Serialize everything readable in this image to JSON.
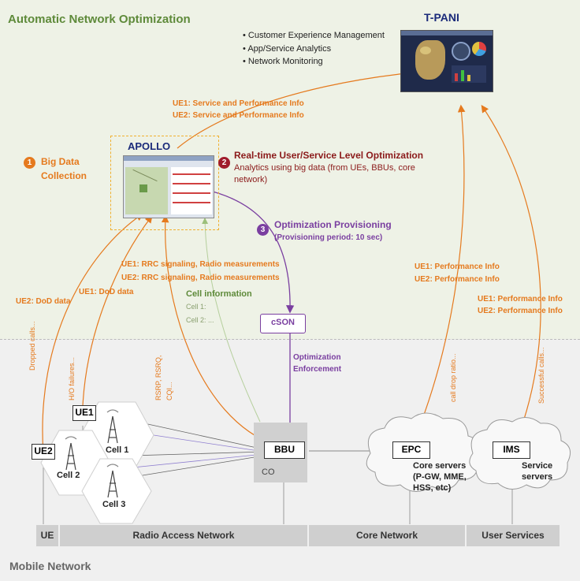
{
  "header": {
    "title": "Automatic Network Optimization"
  },
  "tpani": {
    "title": "T-PANI",
    "bullets": [
      "Customer Experience Management",
      "App/Service Analytics",
      "Network Monitoring"
    ]
  },
  "ue_service_info": [
    "UE1: Service and Performance Info",
    "UE2: Service and Performance Info"
  ],
  "apollo": {
    "title": "APOLLO"
  },
  "steps": {
    "s1": {
      "num": "1",
      "label_line1": "Big Data",
      "label_line2": "Collection"
    },
    "s2": {
      "num": "2",
      "title": "Real-time User/Service Level Optimization",
      "desc_line1": "Analytics using big data (from UEs, BBUs, core",
      "desc_line2": "network)"
    },
    "s3": {
      "num": "3",
      "title": "Optimization Provisioning",
      "subtitle": "(Provisioning period: 10 sec)"
    }
  },
  "rrc_info": [
    "UE1: RRC signaling, Radio measurements",
    "UE2: RRC signaling, Radio measurements"
  ],
  "dod": {
    "ue1": "UE1: DoD data",
    "ue2": "UE2: DoD data"
  },
  "cell_info": {
    "title": "Cell information",
    "cell1": "Cell 1:",
    "cell2": "Cell 2: ..."
  },
  "cson": {
    "label": "cSON"
  },
  "enforcement": {
    "line1": "Optimization",
    "line2": "Enforcement"
  },
  "perf_epc": [
    "UE1: Performance Info",
    "UE2: Performance Info"
  ],
  "perf_ims": [
    "UE1: Performance Info",
    "UE2: Performance Info"
  ],
  "vertical_labels": {
    "dropped": "Dropped calls...",
    "ho": "H/O failures...",
    "rsrp": "RSRP, RSRQ,",
    "cqi": "CQI...",
    "calldrop": "call drop ratio...",
    "successful": "Successful calls..."
  },
  "network": {
    "ue1": "UE1",
    "ue2": "UE2",
    "cell1": "Cell 1",
    "cell2": "Cell 2",
    "cell3": "Cell 3",
    "bbu": "BBU",
    "co": "CO",
    "epc": "EPC",
    "epc_desc": [
      "Core servers",
      "(P-GW, MME,",
      "HSS, etc)"
    ],
    "ims": "IMS",
    "ims_desc": [
      "Service",
      "servers"
    ]
  },
  "bottom_bar": {
    "ue": "UE",
    "ran": "Radio Access Network",
    "core": "Core Network",
    "user": "User Services"
  },
  "footer": {
    "title": "Mobile Network"
  },
  "colors": {
    "top_bg": "#eef2e6",
    "bottom_bg": "#f0f0f0",
    "orange": "#e57a1e",
    "purple": "#7a3fa0",
    "darkred": "#8b1a1a",
    "green": "#5e8a3a"
  }
}
